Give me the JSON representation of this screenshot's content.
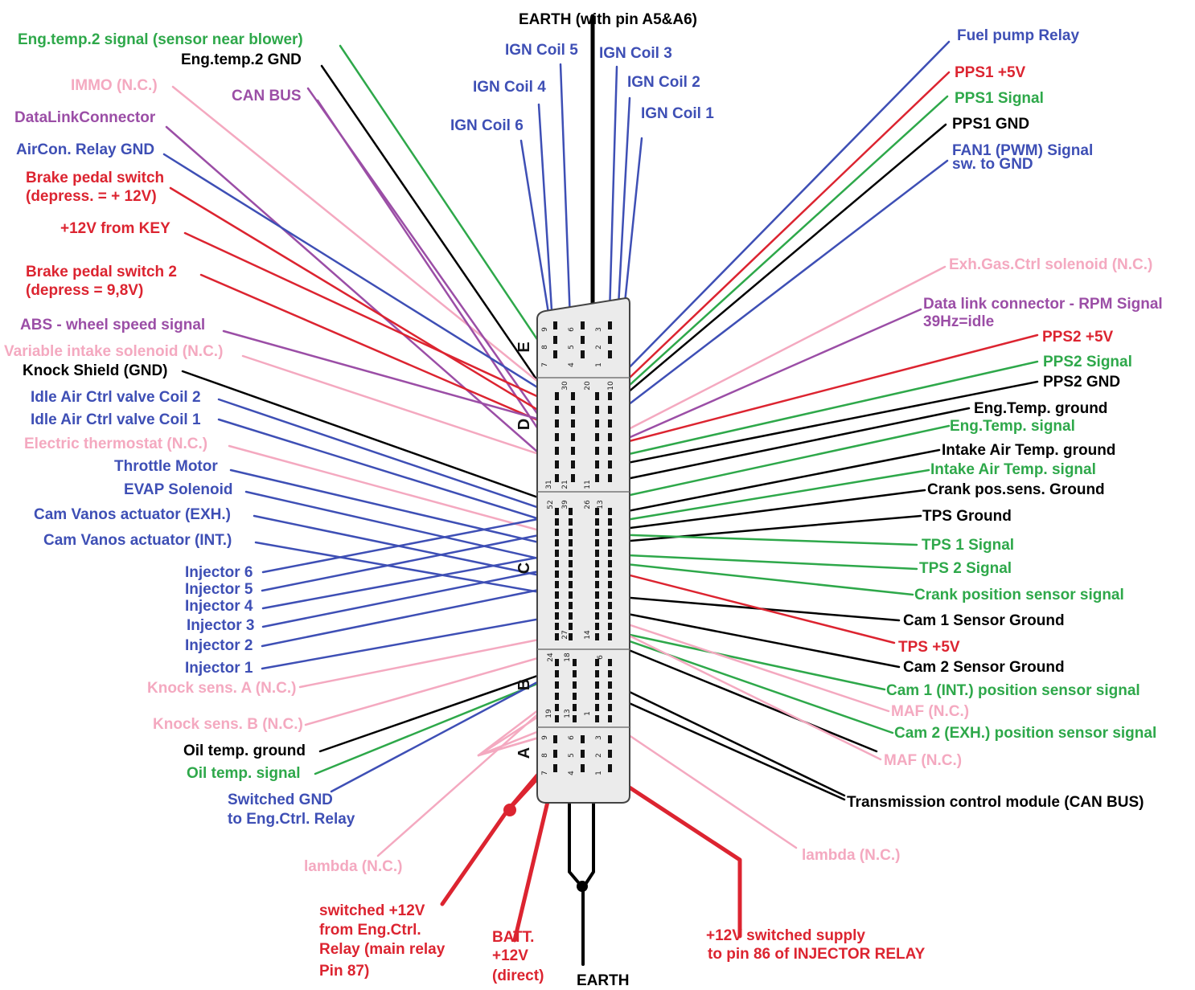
{
  "colors": {
    "green": "#2ea84a",
    "black": "#000000",
    "pink": "#f4a9c0",
    "purple": "#9b4ea6",
    "blue": "#3e4fb5",
    "red": "#dc2430"
  },
  "connector": {
    "sections": [
      "E",
      "D",
      "C",
      "B",
      "A"
    ],
    "pins": {
      "E": [
        "9",
        "6",
        "3",
        "8",
        "5",
        "2",
        "7",
        "4",
        "1"
      ],
      "D": [
        "30",
        "20",
        "10",
        "31",
        "21",
        "11"
      ],
      "C": [
        "52",
        "39",
        "26",
        "13",
        "27",
        "14"
      ],
      "B": [
        "24",
        "18",
        "6",
        "19",
        "13",
        "1"
      ],
      "A": [
        "9",
        "6",
        "3",
        "8",
        "5",
        "2",
        "7",
        "4",
        "1"
      ]
    }
  },
  "labels": {
    "top_earth": "EARTH (with pin A5&A6)",
    "bottom_earth": "EARTH",
    "ign5": "IGN Coil 5",
    "ign3": "IGN Coil 3",
    "ign4": "IGN Coil 4",
    "ign2": "IGN Coil 2",
    "ign6": "IGN Coil 6",
    "ign1": "IGN Coil 1",
    "eng_temp2_signal": "Eng.temp.2 signal  (sensor near blower)",
    "eng_temp2_gnd": "Eng.temp.2 GND",
    "immo": "IMMO (N.C.)",
    "can_bus": "CAN BUS",
    "dlc": "DataLinkConnector",
    "aircon": "AirCon. Relay GND",
    "brake1_a": "Brake pedal switch",
    "brake1_b": "(depress. = + 12V)",
    "key12v": "+12V from KEY",
    "brake2_a": "Brake pedal switch 2",
    "brake2_b": "(depress = 9,8V)",
    "abs": "ABS - wheel speed signal",
    "var_intake": "Variable intake solenoid (N.C.)",
    "knock_shield": "Knock Shield (GND)",
    "iac2": "Idle Air Ctrl valve Coil 2",
    "iac1": "Idle Air Ctrl valve Coil 1",
    "thermostat": "Electric thermostat (N.C.)",
    "throttle_motor": "Throttle Motor",
    "evap": "EVAP Solenoid",
    "vanos_exh": "Cam Vanos actuator (EXH.)",
    "vanos_int": "Cam Vanos actuator (INT.)",
    "inj6": "Injector 6",
    "inj5": "Injector 5",
    "inj4": "Injector 4",
    "inj3": "Injector 3",
    "inj2": "Injector 2",
    "inj1": "Injector 1",
    "knock_a": "Knock sens. A (N.C.)",
    "knock_b": "Knock sens. B (N.C.)",
    "oil_gnd": "Oil temp. ground",
    "oil_sig": "Oil temp. signal",
    "sw_gnd_a": "Switched GND",
    "sw_gnd_b": "to Eng.Ctrl. Relay",
    "lambda_left": "lambda (N.C.)",
    "sw12_a": "switched +12V",
    "sw12_b": "from Eng.Ctrl.",
    "sw12_c": "Relay (main relay",
    "sw12_d": "Pin 87)",
    "batt_a": "BATT.",
    "batt_b": "+12V",
    "batt_c": "(direct)",
    "inj_relay_a": "+12V  switched supply",
    "inj_relay_b": "to pin 86 of INJECTOR RELAY",
    "fuel_pump": "Fuel pump Relay",
    "pps1_5v": "PPS1 +5V",
    "pps1_sig": "PPS1 Signal",
    "pps1_gnd": "PPS1 GND",
    "fan1_a": "FAN1 (PWM) Signal",
    "fan1_b": "sw. to GND",
    "exh_gas": "Exh.Gas.Ctrl solenoid (N.C.)",
    "dlc_rpm_a": "Data link connector - RPM Signal",
    "dlc_rpm_b": "39Hz=idle",
    "pps2_5v": "PPS2 +5V",
    "pps2_sig": "PPS2 Signal",
    "pps2_gnd": "PPS2 GND",
    "eng_temp_gnd": "Eng.Temp. ground",
    "eng_temp_sig": "Eng.Temp. signal",
    "iat_gnd": "Intake Air Temp. ground",
    "iat_sig": "Intake Air Temp. signal",
    "crank_gnd": "Crank pos.sens. Ground",
    "tps_gnd": "TPS Ground",
    "tps1": "TPS 1 Signal",
    "tps2": "TPS 2 Signal",
    "crank_sig": "Crank position sensor signal",
    "cam1_gnd": "Cam 1 Sensor Ground",
    "tps_5v": "TPS +5V",
    "cam2_gnd": "Cam 2 Sensor Ground",
    "cam1_sig": "Cam 1 (INT.) position sensor signal",
    "maf1": "MAF (N.C.)",
    "cam2_sig": "Cam 2 (EXH.) position sensor signal",
    "maf2": "MAF (N.C.)",
    "tcm": "Transmission control module (CAN BUS)",
    "lambda_right": "lambda (N.C.)"
  }
}
